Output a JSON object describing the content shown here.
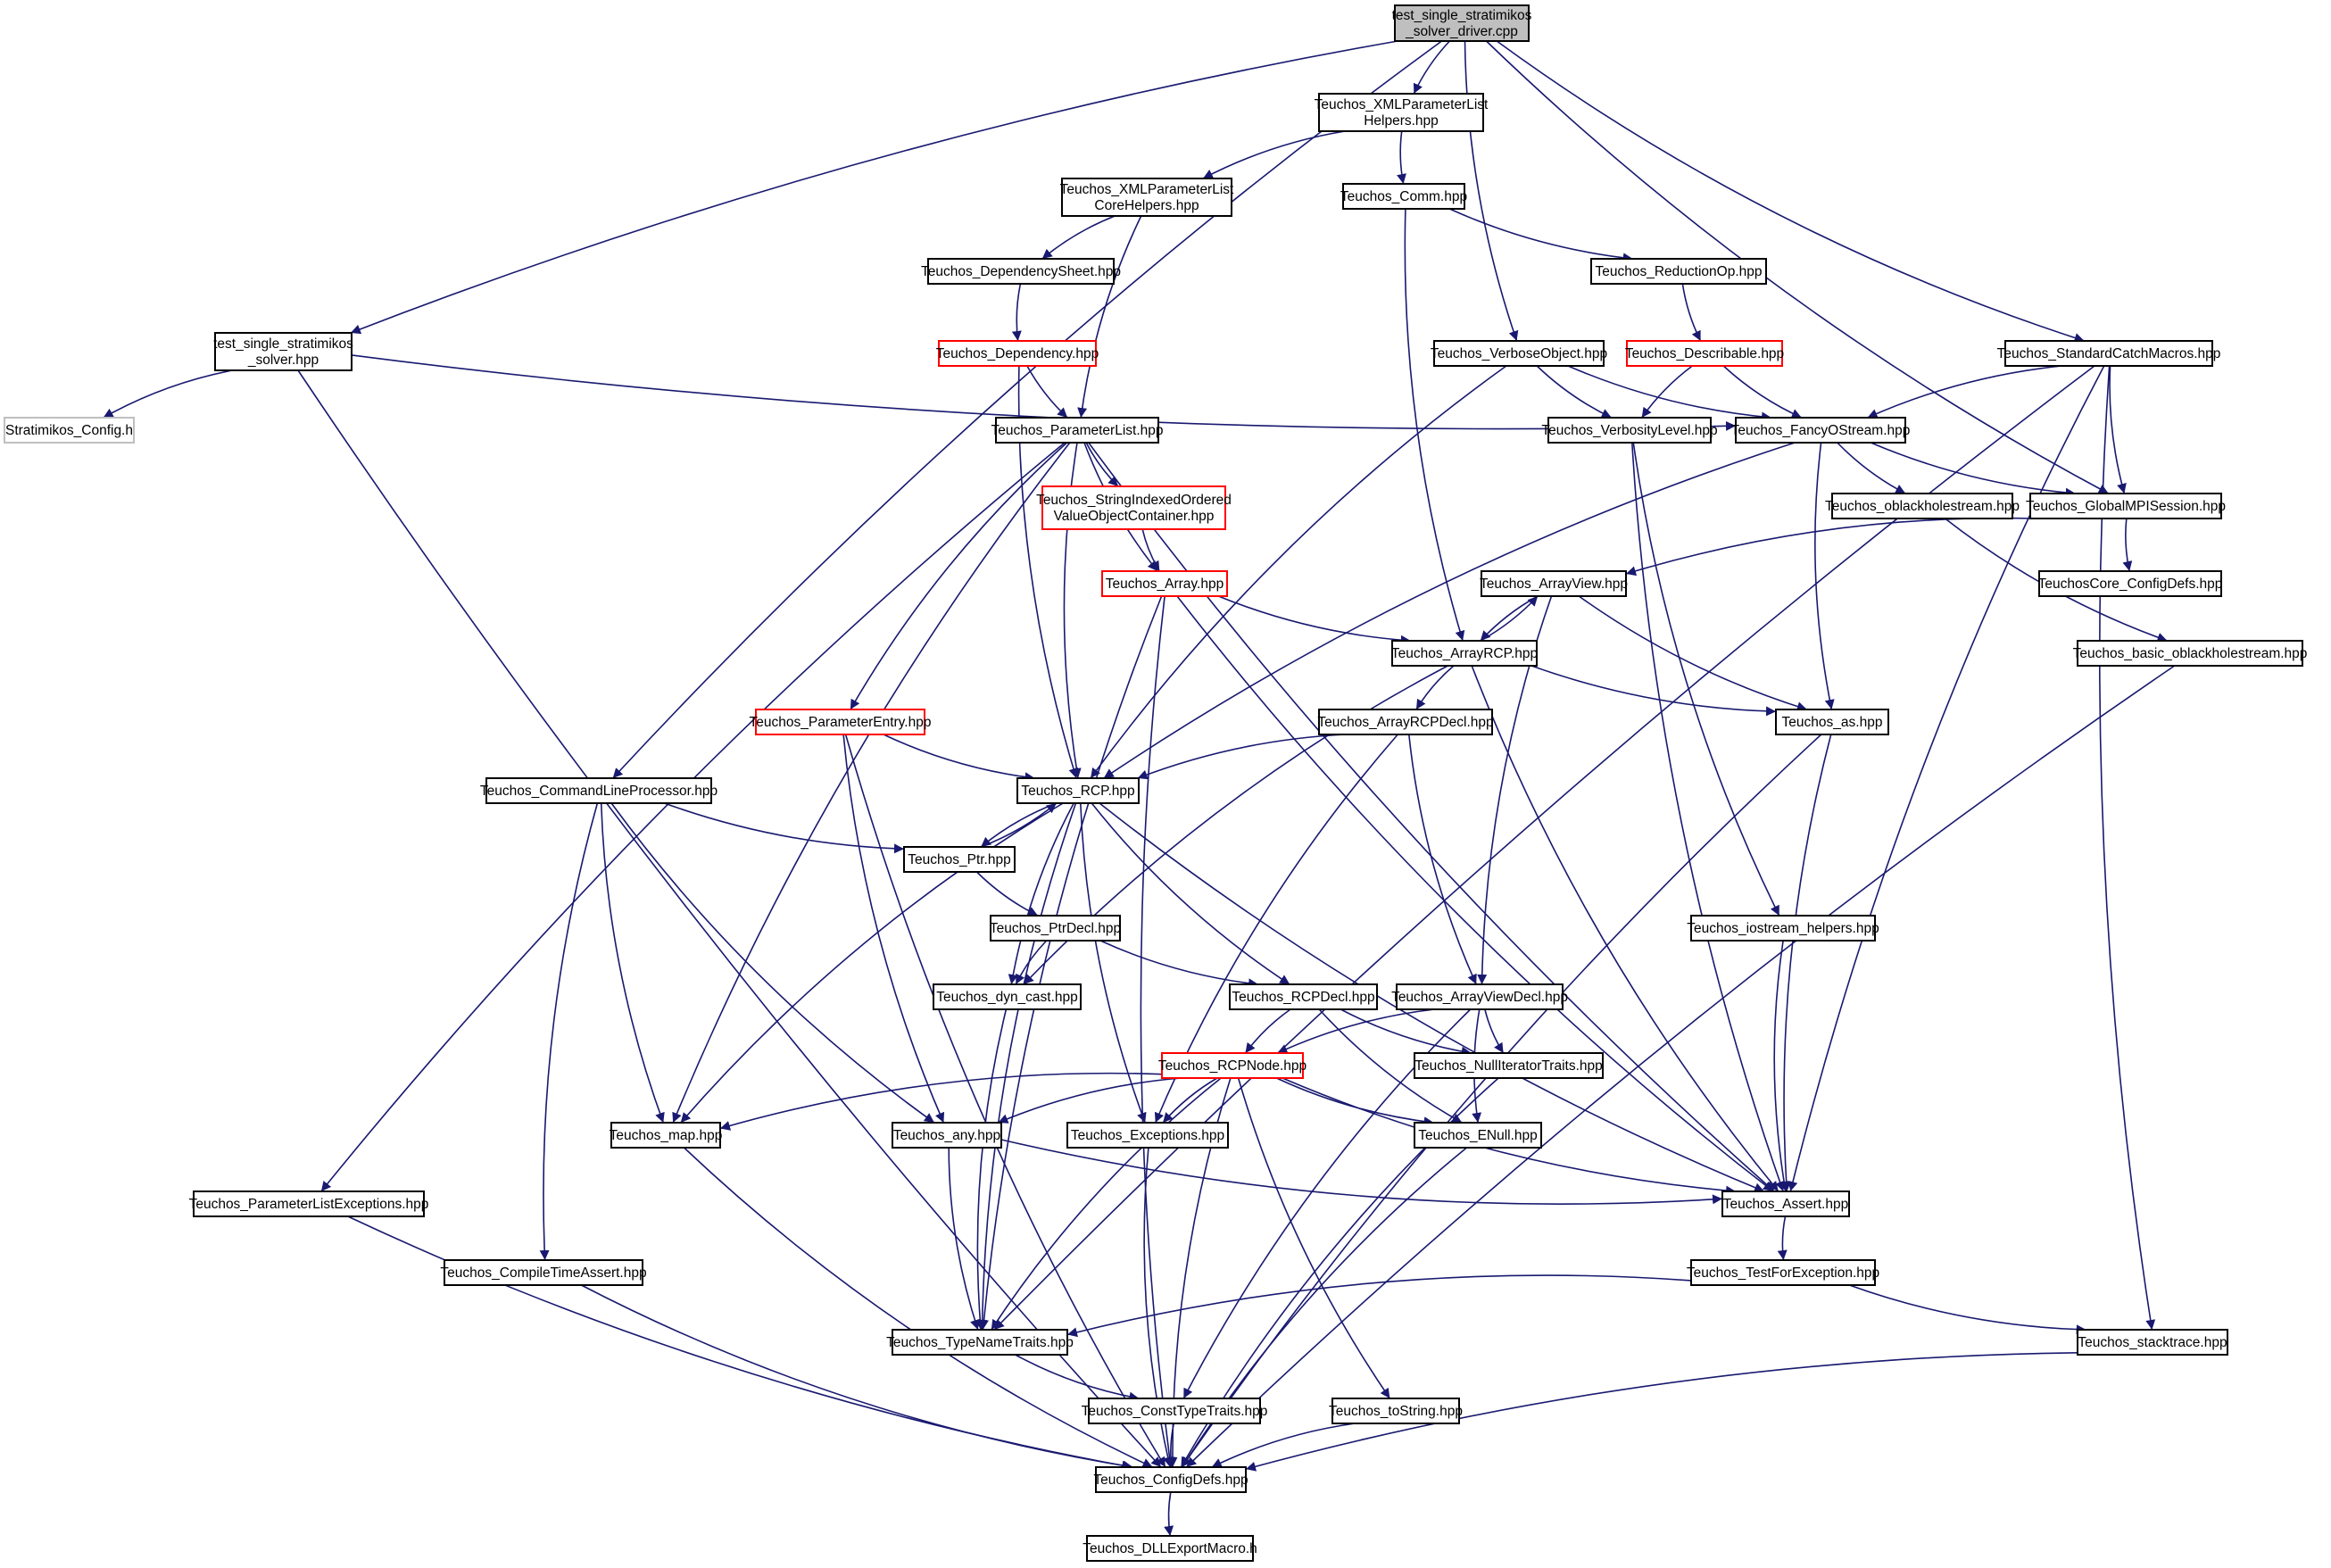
{
  "title": "test_single_stratimikos_solver_driver.cpp include dependency graph",
  "colors": {
    "edge": "#191970",
    "root_fill": "#bfbfbf",
    "red_border": "#ff0000",
    "gray_border": "#bfbfbf"
  },
  "nodes": [
    {
      "id": "root",
      "lines": [
        "test_single_stratimikos",
        "_solver_driver.cpp"
      ],
      "style": "root"
    },
    {
      "id": "xmlhelpers",
      "lines": [
        "Teuchos_XMLParameterList",
        "Helpers.hpp"
      ],
      "style": "normal"
    },
    {
      "id": "xmlcore",
      "lines": [
        "Teuchos_XMLParameterList",
        "CoreHelpers.hpp"
      ],
      "style": "normal"
    },
    {
      "id": "comm",
      "lines": [
        "Teuchos_Comm.hpp"
      ],
      "style": "normal"
    },
    {
      "id": "depsheet",
      "lines": [
        "Teuchos_DependencySheet.hpp"
      ],
      "style": "normal"
    },
    {
      "id": "reductionop",
      "lines": [
        "Teuchos_ReductionOp.hpp"
      ],
      "style": "normal"
    },
    {
      "id": "solverhpp",
      "lines": [
        "test_single_stratimikos",
        "_solver.hpp"
      ],
      "style": "normal"
    },
    {
      "id": "dependency",
      "lines": [
        "Teuchos_Dependency.hpp"
      ],
      "style": "red"
    },
    {
      "id": "verboseobj",
      "lines": [
        "Teuchos_VerboseObject.hpp"
      ],
      "style": "normal"
    },
    {
      "id": "describable",
      "lines": [
        "Teuchos_Describable.hpp"
      ],
      "style": "red"
    },
    {
      "id": "stdcatch",
      "lines": [
        "Teuchos_StandardCatchMacros.hpp"
      ],
      "style": "normal"
    },
    {
      "id": "stratconfig",
      "lines": [
        "Stratimikos_Config.h"
      ],
      "style": "gray"
    },
    {
      "id": "paramlist",
      "lines": [
        "Teuchos_ParameterList.hpp"
      ],
      "style": "normal"
    },
    {
      "id": "verblevel",
      "lines": [
        "Teuchos_VerbosityLevel.hpp"
      ],
      "style": "normal"
    },
    {
      "id": "fancyo",
      "lines": [
        "Teuchos_FancyOStream.hpp"
      ],
      "style": "normal"
    },
    {
      "id": "strindexed",
      "lines": [
        "Teuchos_StringIndexedOrdered",
        "ValueObjectContainer.hpp"
      ],
      "style": "red"
    },
    {
      "id": "oblackhole",
      "lines": [
        "Teuchos_oblackholestream.hpp"
      ],
      "style": "normal"
    },
    {
      "id": "globalmpi",
      "lines": [
        "Teuchos_GlobalMPISession.hpp"
      ],
      "style": "normal"
    },
    {
      "id": "array",
      "lines": [
        "Teuchos_Array.hpp"
      ],
      "style": "red"
    },
    {
      "id": "arrayview",
      "lines": [
        "Teuchos_ArrayView.hpp"
      ],
      "style": "normal"
    },
    {
      "id": "coreconfig",
      "lines": [
        "TeuchosCore_ConfigDefs.hpp"
      ],
      "style": "normal"
    },
    {
      "id": "arrayrcp",
      "lines": [
        "Teuchos_ArrayRCP.hpp"
      ],
      "style": "normal"
    },
    {
      "id": "basicoblack",
      "lines": [
        "Teuchos_basic_oblackholestream.hpp"
      ],
      "style": "normal"
    },
    {
      "id": "paramentry",
      "lines": [
        "Teuchos_ParameterEntry.hpp"
      ],
      "style": "red"
    },
    {
      "id": "arrayrcpdecl",
      "lines": [
        "Teuchos_ArrayRCPDecl.hpp"
      ],
      "style": "normal"
    },
    {
      "id": "as",
      "lines": [
        "Teuchos_as.hpp"
      ],
      "style": "normal"
    },
    {
      "id": "cmdline",
      "lines": [
        "Teuchos_CommandLineProcessor.hpp"
      ],
      "style": "normal"
    },
    {
      "id": "rcp",
      "lines": [
        "Teuchos_RCP.hpp"
      ],
      "style": "normal"
    },
    {
      "id": "ptr",
      "lines": [
        "Teuchos_Ptr.hpp"
      ],
      "style": "normal"
    },
    {
      "id": "ptrdecl",
      "lines": [
        "Teuchos_PtrDecl.hpp"
      ],
      "style": "normal"
    },
    {
      "id": "iostreamh",
      "lines": [
        "Teuchos_iostream_helpers.hpp"
      ],
      "style": "normal"
    },
    {
      "id": "dyncast",
      "lines": [
        "Teuchos_dyn_cast.hpp"
      ],
      "style": "normal"
    },
    {
      "id": "rcpdecl",
      "lines": [
        "Teuchos_RCPDecl.hpp"
      ],
      "style": "normal"
    },
    {
      "id": "arrayviewdecl",
      "lines": [
        "Teuchos_ArrayViewDecl.hpp"
      ],
      "style": "normal"
    },
    {
      "id": "rcpnode",
      "lines": [
        "Teuchos_RCPNode.hpp"
      ],
      "style": "red"
    },
    {
      "id": "nulliter",
      "lines": [
        "Teuchos_NullIteratorTraits.hpp"
      ],
      "style": "normal"
    },
    {
      "id": "map",
      "lines": [
        "Teuchos_map.hpp"
      ],
      "style": "normal"
    },
    {
      "id": "any",
      "lines": [
        "Teuchos_any.hpp"
      ],
      "style": "normal"
    },
    {
      "id": "exceptions",
      "lines": [
        "Teuchos_Exceptions.hpp"
      ],
      "style": "normal"
    },
    {
      "id": "enull",
      "lines": [
        "Teuchos_ENull.hpp"
      ],
      "style": "normal"
    },
    {
      "id": "plexceptions",
      "lines": [
        "Teuchos_ParameterListExceptions.hpp"
      ],
      "style": "normal"
    },
    {
      "id": "assert",
      "lines": [
        "Teuchos_Assert.hpp"
      ],
      "style": "normal"
    },
    {
      "id": "compiletime",
      "lines": [
        "Teuchos_CompileTimeAssert.hpp"
      ],
      "style": "normal"
    },
    {
      "id": "testforexc",
      "lines": [
        "Teuchos_TestForException.hpp"
      ],
      "style": "normal"
    },
    {
      "id": "typename",
      "lines": [
        "Teuchos_TypeNameTraits.hpp"
      ],
      "style": "normal"
    },
    {
      "id": "stacktrace",
      "lines": [
        "Teuchos_stacktrace.hpp"
      ],
      "style": "normal"
    },
    {
      "id": "consttype",
      "lines": [
        "Teuchos_ConstTypeTraits.hpp"
      ],
      "style": "normal"
    },
    {
      "id": "tostring",
      "lines": [
        "Teuchos_toString.hpp"
      ],
      "style": "normal"
    },
    {
      "id": "configdefs",
      "lines": [
        "Teuchos_ConfigDefs.hpp"
      ],
      "style": "normal"
    },
    {
      "id": "dllexport",
      "lines": [
        "Teuchos_DLLExportMacro.h"
      ],
      "style": "normal"
    }
  ],
  "edges": [
    [
      "root",
      "xmlhelpers"
    ],
    [
      "root",
      "verboseobj"
    ],
    [
      "root",
      "stdcatch"
    ],
    [
      "root",
      "globalmpi"
    ],
    [
      "root",
      "solverhpp"
    ],
    [
      "root",
      "cmdline"
    ],
    [
      "xmlhelpers",
      "xmlcore"
    ],
    [
      "xmlhelpers",
      "comm"
    ],
    [
      "xmlcore",
      "depsheet"
    ],
    [
      "xmlcore",
      "paramlist"
    ],
    [
      "comm",
      "reductionop"
    ],
    [
      "comm",
      "arrayrcp"
    ],
    [
      "depsheet",
      "dependency"
    ],
    [
      "reductionop",
      "describable"
    ],
    [
      "solverhpp",
      "stratconfig"
    ],
    [
      "solverhpp",
      "fancyo"
    ],
    [
      "solverhpp",
      "configdefs"
    ],
    [
      "dependency",
      "paramlist"
    ],
    [
      "dependency",
      "rcp"
    ],
    [
      "verboseobj",
      "fancyo"
    ],
    [
      "verboseobj",
      "verblevel"
    ],
    [
      "verboseobj",
      "rcp"
    ],
    [
      "describable",
      "fancyo"
    ],
    [
      "describable",
      "verblevel"
    ],
    [
      "stdcatch",
      "fancyo"
    ],
    [
      "stdcatch",
      "globalmpi"
    ],
    [
      "stdcatch",
      "assert"
    ],
    [
      "stdcatch",
      "stacktrace"
    ],
    [
      "stdcatch",
      "typename"
    ],
    [
      "paramlist",
      "strindexed"
    ],
    [
      "paramlist",
      "array"
    ],
    [
      "paramlist",
      "paramentry"
    ],
    [
      "paramlist",
      "rcp"
    ],
    [
      "paramlist",
      "map"
    ],
    [
      "paramlist",
      "plexceptions"
    ],
    [
      "paramlist",
      "assert"
    ],
    [
      "verblevel",
      "iostreamh"
    ],
    [
      "verblevel",
      "assert"
    ],
    [
      "fancyo",
      "oblackhole"
    ],
    [
      "fancyo",
      "globalmpi"
    ],
    [
      "fancyo",
      "as"
    ],
    [
      "fancyo",
      "rcp"
    ],
    [
      "strindexed",
      "array"
    ],
    [
      "oblackhole",
      "basicoblack"
    ],
    [
      "globalmpi",
      "coreconfig"
    ],
    [
      "globalmpi",
      "arrayview"
    ],
    [
      "array",
      "arrayrcp"
    ],
    [
      "array",
      "assert"
    ],
    [
      "array",
      "typename"
    ],
    [
      "array",
      "configdefs"
    ],
    [
      "arrayview",
      "arrayrcp"
    ],
    [
      "arrayview",
      "arrayviewdecl"
    ],
    [
      "arrayview",
      "as"
    ],
    [
      "arrayrcp",
      "arrayview"
    ],
    [
      "arrayrcp",
      "arrayrcpdecl"
    ],
    [
      "arrayrcp",
      "as"
    ],
    [
      "arrayrcp",
      "dyncast"
    ],
    [
      "arrayrcp",
      "assert"
    ],
    [
      "basicoblack",
      "configdefs"
    ],
    [
      "paramentry",
      "rcp"
    ],
    [
      "paramentry",
      "any"
    ],
    [
      "paramentry",
      "configdefs"
    ],
    [
      "arrayrcpdecl",
      "rcp"
    ],
    [
      "arrayrcpdecl",
      "arrayviewdecl"
    ],
    [
      "arrayrcpdecl",
      "exceptions"
    ],
    [
      "as",
      "assert"
    ],
    [
      "as",
      "configdefs"
    ],
    [
      "cmdline",
      "ptr"
    ],
    [
      "cmdline",
      "map"
    ],
    [
      "cmdline",
      "any"
    ],
    [
      "cmdline",
      "compiletime"
    ],
    [
      "rcp",
      "ptr"
    ],
    [
      "rcp",
      "rcpdecl"
    ],
    [
      "rcp",
      "dyncast"
    ],
    [
      "rcp",
      "exceptions"
    ],
    [
      "rcp",
      "map"
    ],
    [
      "rcp",
      "typename"
    ],
    [
      "rcp",
      "assert"
    ],
    [
      "ptr",
      "rcp"
    ],
    [
      "ptr",
      "ptrdecl"
    ],
    [
      "ptrdecl",
      "dyncast"
    ],
    [
      "ptrdecl",
      "rcpdecl"
    ],
    [
      "iostreamh",
      "assert"
    ],
    [
      "dyncast",
      "typename"
    ],
    [
      "rcpdecl",
      "rcpnode"
    ],
    [
      "rcpdecl",
      "nulliter"
    ],
    [
      "rcpdecl",
      "enull"
    ],
    [
      "arrayviewdecl",
      "rcpnode"
    ],
    [
      "arrayviewdecl",
      "nulliter"
    ],
    [
      "arrayviewdecl",
      "enull"
    ],
    [
      "arrayviewdecl",
      "consttype"
    ],
    [
      "rcpnode",
      "map"
    ],
    [
      "rcpnode",
      "any"
    ],
    [
      "rcpnode",
      "exceptions"
    ],
    [
      "rcpnode",
      "enull"
    ],
    [
      "rcpnode",
      "assert"
    ],
    [
      "rcpnode",
      "typename"
    ],
    [
      "rcpnode",
      "tostring"
    ],
    [
      "rcpnode",
      "configdefs"
    ],
    [
      "nulliter",
      "configdefs"
    ],
    [
      "map",
      "configdefs"
    ],
    [
      "any",
      "typename"
    ],
    [
      "any",
      "assert"
    ],
    [
      "exceptions",
      "configdefs"
    ],
    [
      "enull",
      "configdefs"
    ],
    [
      "plexceptions",
      "configdefs"
    ],
    [
      "assert",
      "testforexc"
    ],
    [
      "compiletime",
      "configdefs"
    ],
    [
      "testforexc",
      "typename"
    ],
    [
      "testforexc",
      "stacktrace"
    ],
    [
      "typename",
      "consttype"
    ],
    [
      "stacktrace",
      "configdefs"
    ],
    [
      "consttype",
      "configdefs"
    ],
    [
      "tostring",
      "configdefs"
    ],
    [
      "configdefs",
      "dllexport"
    ]
  ]
}
